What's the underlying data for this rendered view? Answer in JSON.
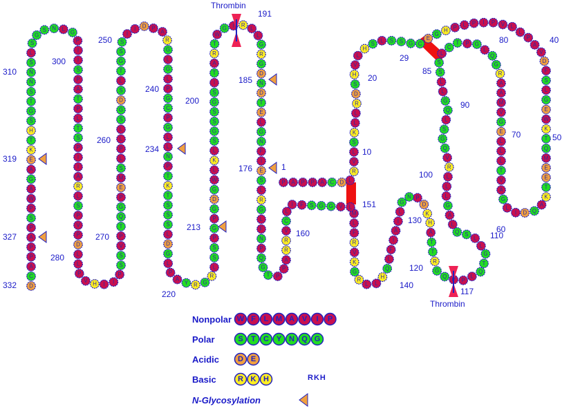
{
  "title": "Receptor topology diagram with thrombin cleavage sites",
  "colors": {
    "nonpolar": "#c8104f",
    "polar": "#22dd22",
    "acidic": "#f0a040",
    "basic": "#ffee22",
    "outline": "#2020c0",
    "text": "#1a1ac8",
    "disulfide": "#ee1111",
    "thrombin": "#ee2255",
    "glyco": "#f0a040"
  },
  "residue_classes": {
    "nonpolar": "WFLMAVIP",
    "polar": "STCYNQG",
    "acidic": "DE",
    "basic": "RKH"
  },
  "sequence": "PAPPACDLRVLSKLLRDSHVLHSLSSGCEGHPLPIPVLLPAVDFSLGEWKTQMEETKAQDILGAVTLLLEGVMAARGQLGPTCLSSLLGQLSGQVRLLLGALQSLLGTQLPPQGRTTAHKDPNGLIAIFLQHLLRGKVRFLMLVGGSFILCVRRAPPTGQPNFLGRLSEIFNGLETDNDGRGLLRIGWTRATISGSSGSLKLWGDGPGPSSLRGRYAPLGDLSSSTKTPNLLGPCGPLGLGRAPDIISSGTLSDGSLLPLSMEPGQTPVSSPIIHVPLLDPVPSLRAIIPSTLPTAPSIIPGLNSGSLSNNSTGSHTKEAGAWPS",
  "thrombin_label": "Thrombin",
  "numbers": {
    "n1": "1",
    "n10": "10",
    "n20": "20",
    "n29": "29",
    "n40": "40",
    "n50": "50",
    "n60": "60",
    "n70": "70",
    "n80": "80",
    "n85": "85",
    "n90": "90",
    "n100": "100",
    "n110": "110",
    "n117": "117",
    "n120": "120",
    "n130": "130",
    "n140": "140",
    "n151": "151",
    "n160": "160",
    "n176": "176",
    "n185": "185",
    "n191": "191",
    "n200": "200",
    "n213": "213",
    "n220": "220",
    "n234": "234",
    "n240": "240",
    "n250": "250",
    "n260": "260",
    "n270": "270",
    "n280": "280",
    "n300": "300",
    "n310": "310",
    "n319": "319",
    "n327": "327",
    "n332": "332"
  },
  "edge_residue": "L",
  "legend": [
    {
      "label": "Nonpolar",
      "residues": "WFLMAVIP",
      "class": "nonpolar"
    },
    {
      "label": "Polar",
      "residues": "STCYNQG",
      "class": "polar"
    },
    {
      "label": "Acidic",
      "residues": "DE",
      "class": "acidic"
    },
    {
      "label": "Basic",
      "residues": "RKH",
      "class": "basic"
    },
    {
      "label": "N-Glycosylation",
      "residues": "",
      "class": "glyco"
    }
  ]
}
